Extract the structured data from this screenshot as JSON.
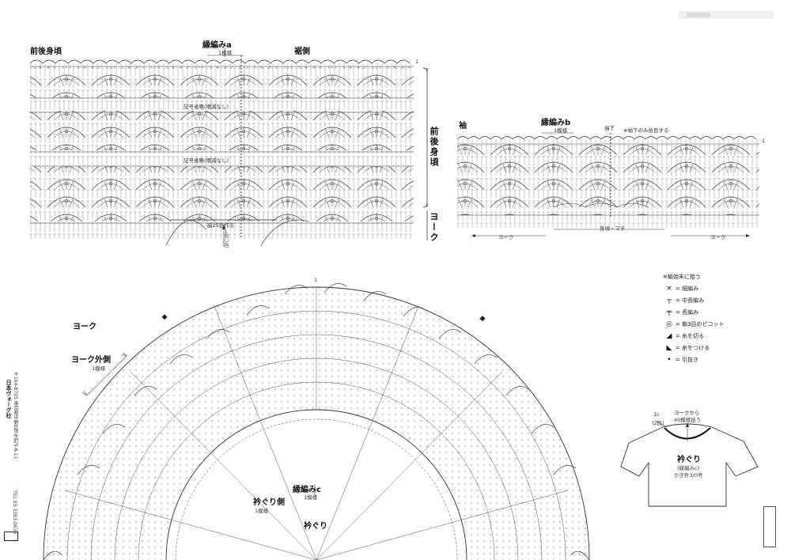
{
  "labels": {
    "front_back_body": "前後身頃",
    "edging_a_title": "縁編みa",
    "edging_a_rows": "1模様",
    "hem_side": "裾側",
    "note_same_row_1": "記号省略(増減なし)",
    "note_same_row_2": "記号省略(増減なし)",
    "body_vertical": "前後身頃",
    "yoke_vertical": "ヨーク",
    "side_gusset_note": "脇25目作る",
    "tie_vertical": "→拾い目",
    "sleeve": "袖",
    "edging_b_title": "縁編みb",
    "edging_b_rows": "1模様",
    "underarm": "袖下",
    "underarm_note": "※袖下のみ拾目する",
    "sleeve_yoke_left": "ヨーク",
    "sleeve_gusset": "身頃・マチ",
    "sleeve_yoke_right": "ヨーク",
    "yoke": "ヨーク",
    "yoke_outer": "ヨーク外側",
    "yoke_outer_rows": "1模様",
    "neck_side": "衿ぐり側",
    "neck_side_rows": "1模様",
    "edging_c_title": "縁編みc",
    "edging_c_rows": "1模様",
    "neckline": "衿ぐり",
    "row_mark_body": "1",
    "row_mark_sleeve": "1",
    "row_mark_yoke": "1"
  },
  "legend": {
    "note": "※編始末に拾う",
    "items": [
      {
        "symbol": "×",
        "text": "= 細編み"
      },
      {
        "symbol": "┬",
        "text": "= 中長編み"
      },
      {
        "symbol": "╤",
        "text": "= 長編み"
      },
      {
        "symbol": "◎",
        "text": "= 鎖3目のピコット"
      },
      {
        "symbol": "◢",
        "text": "= 糸を切る"
      },
      {
        "symbol": "◣",
        "text": "= 糸をつける"
      },
      {
        "symbol": "•",
        "text": "= 引抜き"
      }
    ]
  },
  "garment": {
    "pickup_note_line1": "ヨークから",
    "pickup_note_line2": "40模様拾う",
    "size_label": "1c",
    "size_rows": "(2段)",
    "neck_title": "衿ぐり",
    "neck_method": "(縁編みc)",
    "neck_hook": "かぎ針3/0号"
  },
  "side": {
    "publisher": "日本ヴォーグ社",
    "address": "〒164-8705 東京都中野区弥生町5-6-11",
    "code": "TEL 03-3383-0636"
  }
}
